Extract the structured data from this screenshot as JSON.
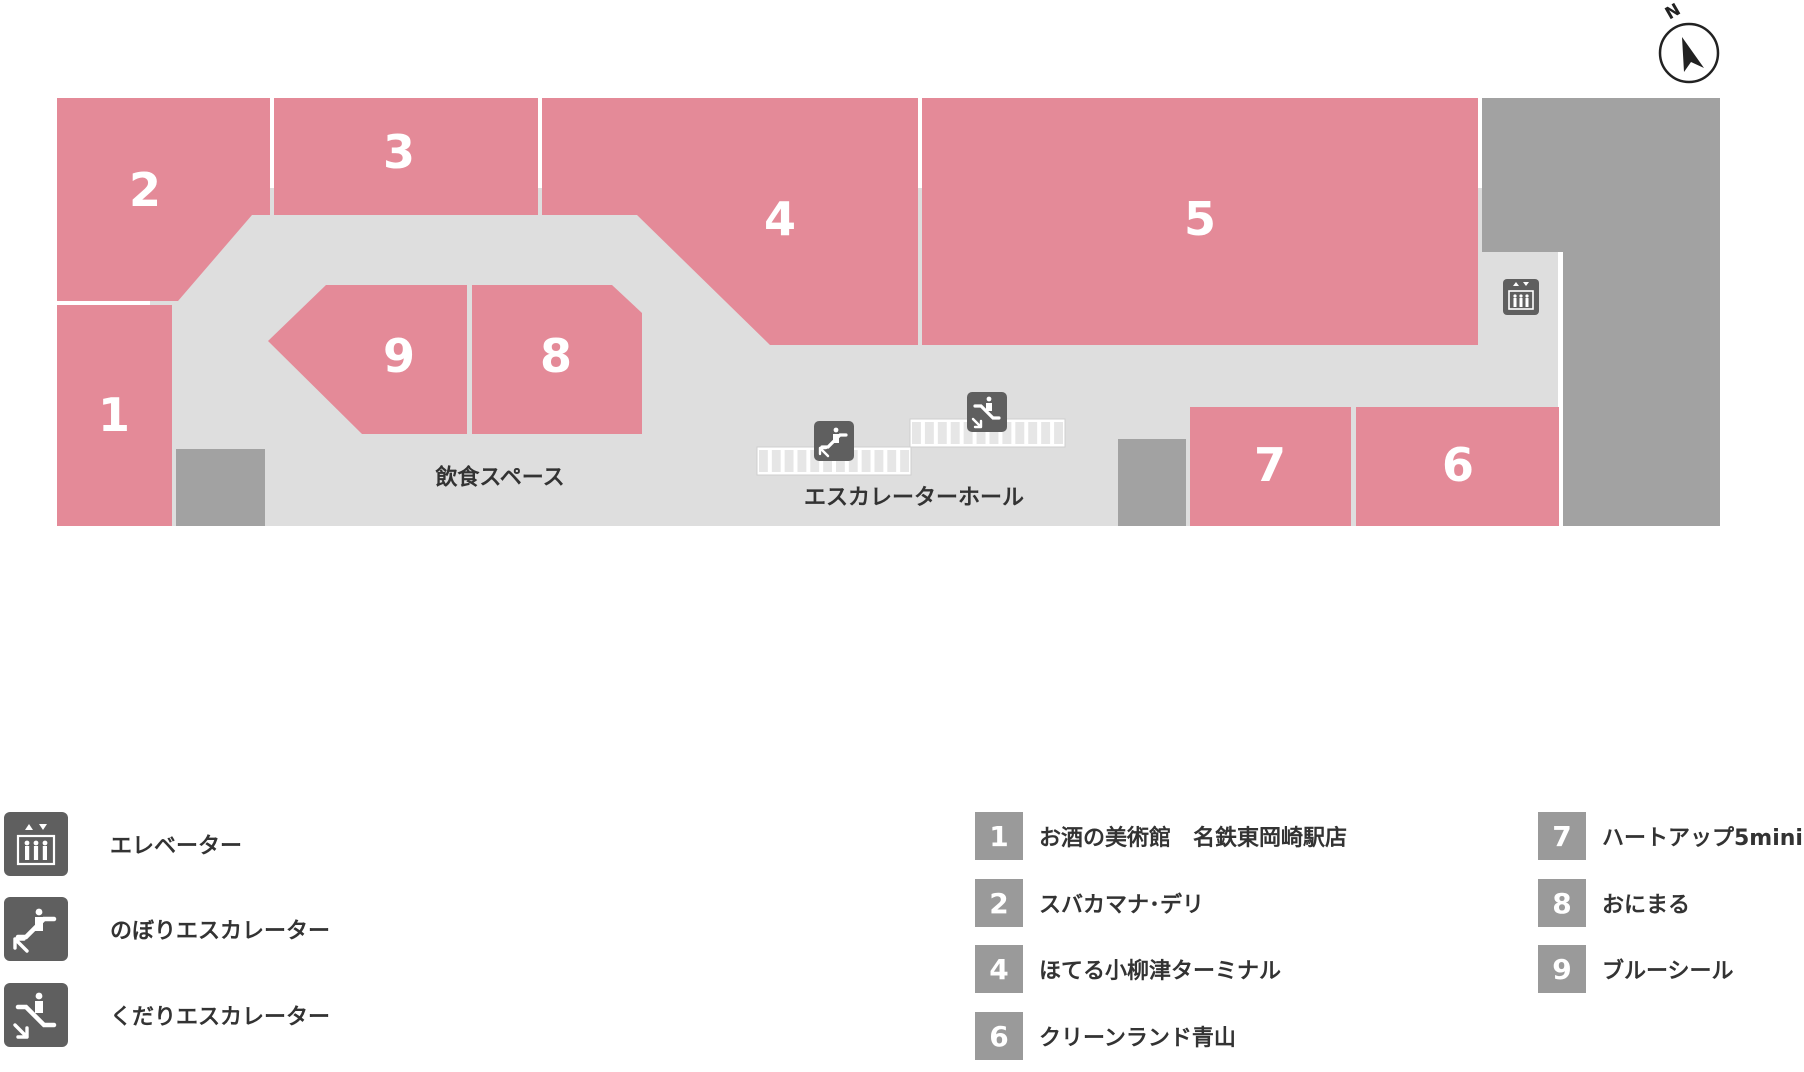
{
  "colors": {
    "shop": "#e48a98",
    "corridor": "#dedede",
    "service": "#a2a2a2",
    "icon_bg": "#5f5f5f",
    "number_bg": "#9a9a9a"
  },
  "compass": {
    "north_label": "N"
  },
  "map": {
    "shops": [
      {
        "id": "1",
        "label": "1"
      },
      {
        "id": "2",
        "label": "2"
      },
      {
        "id": "3",
        "label": "3"
      },
      {
        "id": "4",
        "label": "4"
      },
      {
        "id": "5",
        "label": "5"
      },
      {
        "id": "6",
        "label": "6"
      },
      {
        "id": "7",
        "label": "7"
      },
      {
        "id": "8",
        "label": "8"
      },
      {
        "id": "9",
        "label": "9"
      }
    ],
    "dining_space_label": "飲食スペース",
    "escalator_hall_label": "エスカレーターホール",
    "icons": [
      "elevator-icon",
      "up-escalator-icon",
      "down-escalator-icon"
    ]
  },
  "legend": {
    "items": [
      {
        "icon": "elevator-icon",
        "label": "エレベーター"
      },
      {
        "icon": "up-escalator-icon",
        "label": "のぼりエスカレーター"
      },
      {
        "icon": "down-escalator-icon",
        "label": "くだりエスカレーター"
      }
    ]
  },
  "shop_list": {
    "column1": [
      {
        "num": "1",
        "name": "お酒の美術館　名鉄東岡崎駅店"
      },
      {
        "num": "2",
        "name": "スバカマナ･デリ"
      },
      {
        "num": "4",
        "name": "ほてる小柳津ターミナル"
      },
      {
        "num": "6",
        "name": "クリーンランド青山"
      }
    ],
    "column2": [
      {
        "num": "7",
        "name": "ハートアップ5mini"
      },
      {
        "num": "8",
        "name": "おにまる"
      },
      {
        "num": "9",
        "name": "ブルーシール"
      }
    ]
  }
}
